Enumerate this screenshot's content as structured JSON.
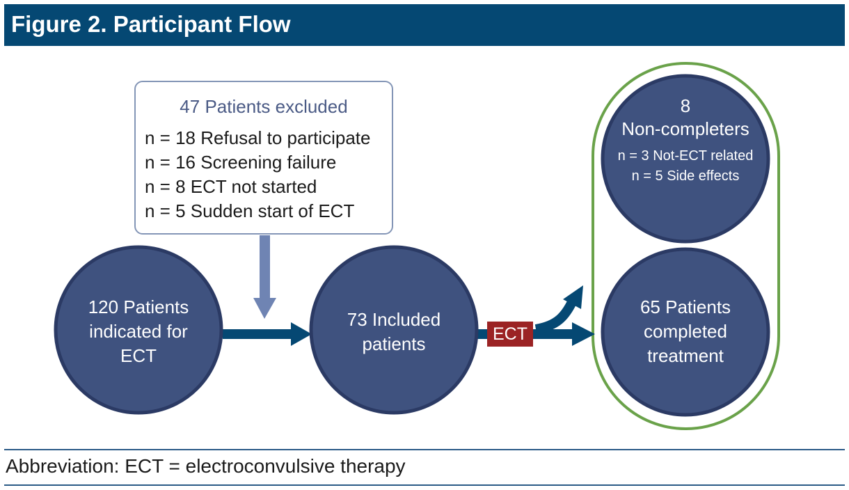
{
  "header": {
    "title": "Figure 2. Participant Flow"
  },
  "exclusion": {
    "title": "47 Patients excluded",
    "items": [
      "n = 18 Refusal to participate",
      "n = 16 Screening failure",
      "n = 8 ECT not started",
      "n = 5 Sudden start of ECT"
    ]
  },
  "nodes": {
    "indicated": {
      "line1": "120 Patients",
      "line2": "indicated for",
      "line3": "ECT"
    },
    "included": {
      "line1": "73 Included",
      "line2": "patients"
    },
    "noncompleters": {
      "count": "8",
      "label": "Non-completers",
      "reason1": "n = 3 Not-ECT related",
      "reason2": "n = 5 Side effects"
    },
    "completed": {
      "line1": "65 Patients",
      "line2": "completed",
      "line3": "treatment"
    }
  },
  "edge_label": "ECT",
  "footnote": "Abbreviation: ECT = electroconvulsive therapy",
  "colors": {
    "header": "#054873",
    "node_fill": "#3f527f",
    "node_border": "#2b3a64",
    "arrow": "#054873",
    "exclusion_arrow": "#6f84b3",
    "group_outline": "#6aa24a",
    "ect_label": "#9b2324"
  }
}
